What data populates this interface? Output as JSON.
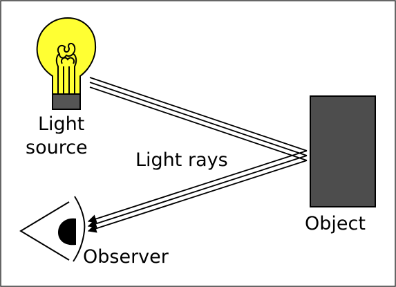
{
  "labels": {
    "light_source_line1": "Light",
    "light_source_line2": "source",
    "light_rays": "Light rays",
    "object": "Object",
    "observer": "Observer"
  },
  "colors": {
    "bulb_glass": "#ffff33",
    "bulb_base": "#555555",
    "object_fill": "#4d4d4d",
    "pupil": "#000000",
    "stroke": "#000000",
    "background": "#ffffff"
  },
  "icons": {
    "light_source": "light-bulb-icon",
    "observer": "eye-icon"
  }
}
